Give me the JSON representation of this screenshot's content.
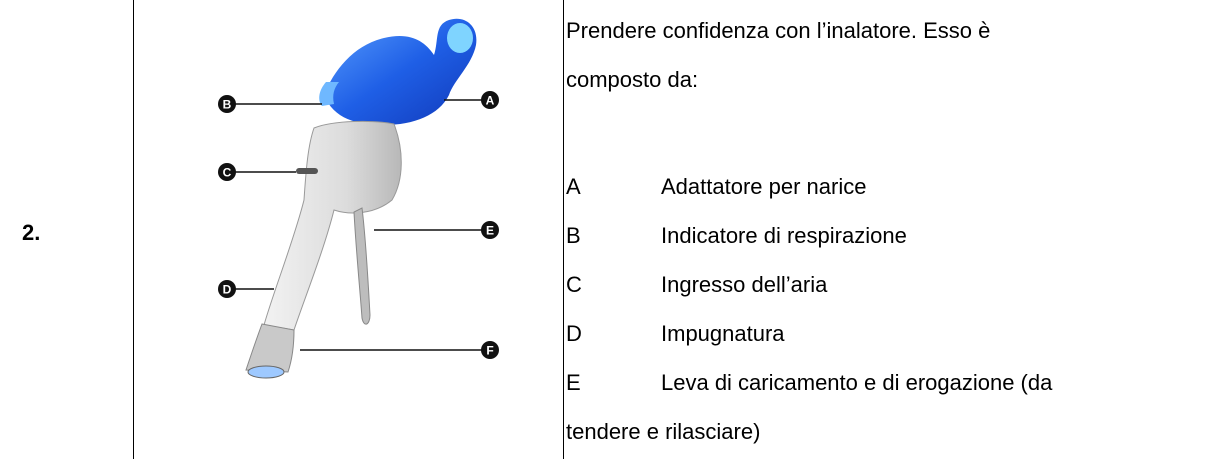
{
  "step_number": "2.",
  "intro_line1": "Prendere confidenza con l’inalatore. Esso è",
  "intro_line2": "composto da:",
  "parts": [
    {
      "letter": "A",
      "label": "Adattatore per narice"
    },
    {
      "letter": "B",
      "label": "Indicatore di respirazione"
    },
    {
      "letter": "C",
      "label": "Ingresso dell’aria"
    },
    {
      "letter": "D",
      "label": "Impugnatura"
    },
    {
      "letter": "E",
      "label": "Leva di caricamento e di erogazione (da"
    }
  ],
  "continuation": "tendere e rilasciare)",
  "callouts": [
    "A",
    "B",
    "C",
    "D",
    "E",
    "F"
  ],
  "colors": {
    "nosepiece_blue": "#1f5fe6",
    "body_grey": "#dcdcdc",
    "callout_black": "#111111"
  }
}
